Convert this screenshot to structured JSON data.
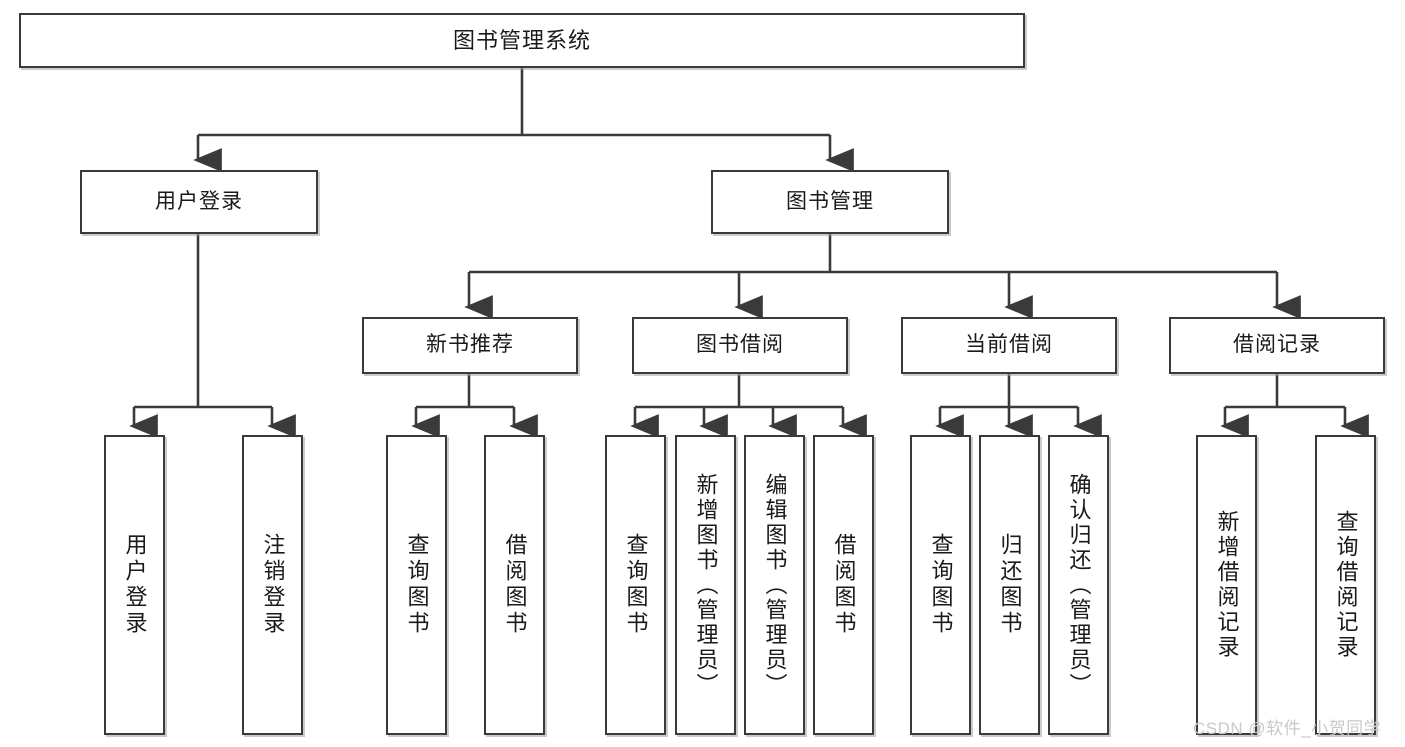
{
  "diagram": {
    "type": "tree-hierarchy-chart",
    "title": "图书管理系统",
    "watermark": "CSDN @软件_小贺同学",
    "style": {
      "background": "#ffffff",
      "box_border": "#3a3a3a",
      "box_fill": "#ffffff",
      "connector": "#3a3a3a",
      "text": "#1a1a1a",
      "watermark_color": "#c9c9c9"
    },
    "levels": [
      {
        "level": 1,
        "nodes": [
          {
            "id": "root",
            "label": "图书管理系统",
            "orientation": "horizontal"
          }
        ]
      },
      {
        "level": 2,
        "nodes": [
          {
            "id": "user-login",
            "label": "用户登录",
            "orientation": "horizontal",
            "parent": "root"
          },
          {
            "id": "book-manage",
            "label": "图书管理",
            "orientation": "horizontal",
            "parent": "root"
          }
        ]
      },
      {
        "level": 3,
        "nodes": [
          {
            "id": "new-book-recommend",
            "label": "新书推荐",
            "orientation": "horizontal",
            "parent": "book-manage"
          },
          {
            "id": "book-borrow",
            "label": "图书借阅",
            "orientation": "horizontal",
            "parent": "book-manage"
          },
          {
            "id": "current-borrow",
            "label": "当前借阅",
            "orientation": "horizontal",
            "parent": "book-manage"
          },
          {
            "id": "borrow-record",
            "label": "借阅记录",
            "orientation": "horizontal",
            "parent": "book-manage"
          }
        ]
      },
      {
        "level": 4,
        "nodes": [
          {
            "id": "leaf-user-login",
            "label": "用户登录",
            "orientation": "vertical",
            "parent": "user-login"
          },
          {
            "id": "leaf-user-logout",
            "label": "注销登录",
            "orientation": "vertical",
            "parent": "user-login"
          },
          {
            "id": "leaf-query-book-1",
            "label": "查询图书",
            "orientation": "vertical",
            "parent": "new-book-recommend"
          },
          {
            "id": "leaf-borrow-book-1",
            "label": "借阅图书",
            "orientation": "vertical",
            "parent": "new-book-recommend"
          },
          {
            "id": "leaf-query-book-2",
            "label": "查询图书",
            "orientation": "vertical",
            "parent": "book-borrow"
          },
          {
            "id": "leaf-add-book",
            "label": "新增图书（管理员）",
            "orientation": "vertical",
            "parent": "book-borrow"
          },
          {
            "id": "leaf-edit-book",
            "label": "编辑图书（管理员）",
            "orientation": "vertical",
            "parent": "book-borrow"
          },
          {
            "id": "leaf-borrow-book-2",
            "label": "借阅图书",
            "orientation": "vertical",
            "parent": "book-borrow"
          },
          {
            "id": "leaf-query-book-3",
            "label": "查询图书",
            "orientation": "vertical",
            "parent": "current-borrow"
          },
          {
            "id": "leaf-return-book",
            "label": "归还图书",
            "orientation": "vertical",
            "parent": "current-borrow"
          },
          {
            "id": "leaf-confirm-return",
            "label": "确认归还（管理员）",
            "orientation": "vertical",
            "parent": "current-borrow"
          },
          {
            "id": "leaf-add-record",
            "label": "新增借阅记录",
            "orientation": "vertical",
            "parent": "borrow-record"
          },
          {
            "id": "leaf-query-record",
            "label": "查询借阅记录",
            "orientation": "vertical",
            "parent": "borrow-record"
          }
        ]
      }
    ]
  }
}
